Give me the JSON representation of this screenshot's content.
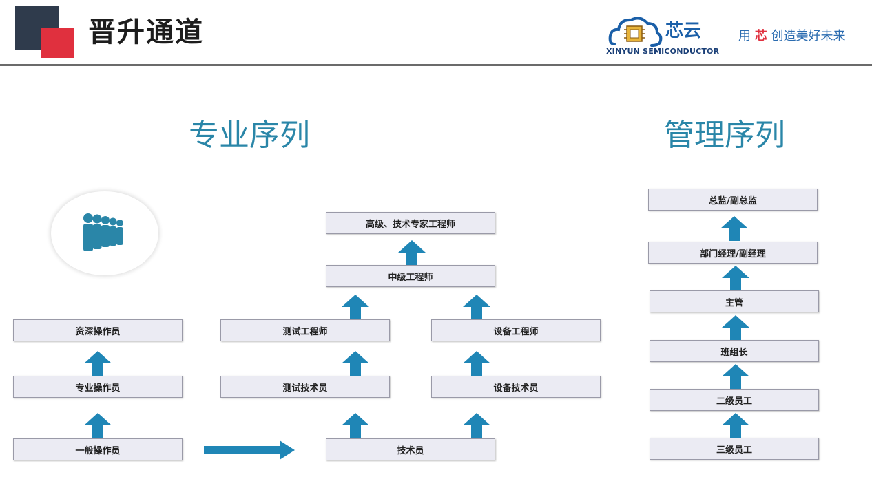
{
  "header": {
    "title": "晋升通道",
    "logo_cn": "芯云",
    "logo_en": "XINYUN SEMICONDUCTOR",
    "slogan_pre": "用",
    "slogan_hl": "芯",
    "slogan_post": "创造美好未来"
  },
  "sections": {
    "professional": "专业序列",
    "management": "管理序列"
  },
  "operator_track": [
    "资深操作员",
    "专业操作员",
    "一般操作员"
  ],
  "technical": {
    "senior": "高级、技术专家工程师",
    "mid": "中级工程师",
    "test_engineer": "测试工程师",
    "equip_engineer": "设备工程师",
    "test_tech": "测试技术员",
    "equip_tech": "设备技术员",
    "tech": "技术员"
  },
  "management_track": [
    "总监/副总监",
    "部门经理/副经理",
    "主管",
    "班组长",
    "二级员工",
    "三级员工"
  ],
  "colors": {
    "arrow": "#1f86b6",
    "accent_red": "#e0303e",
    "title_teal": "#2a86a8"
  }
}
